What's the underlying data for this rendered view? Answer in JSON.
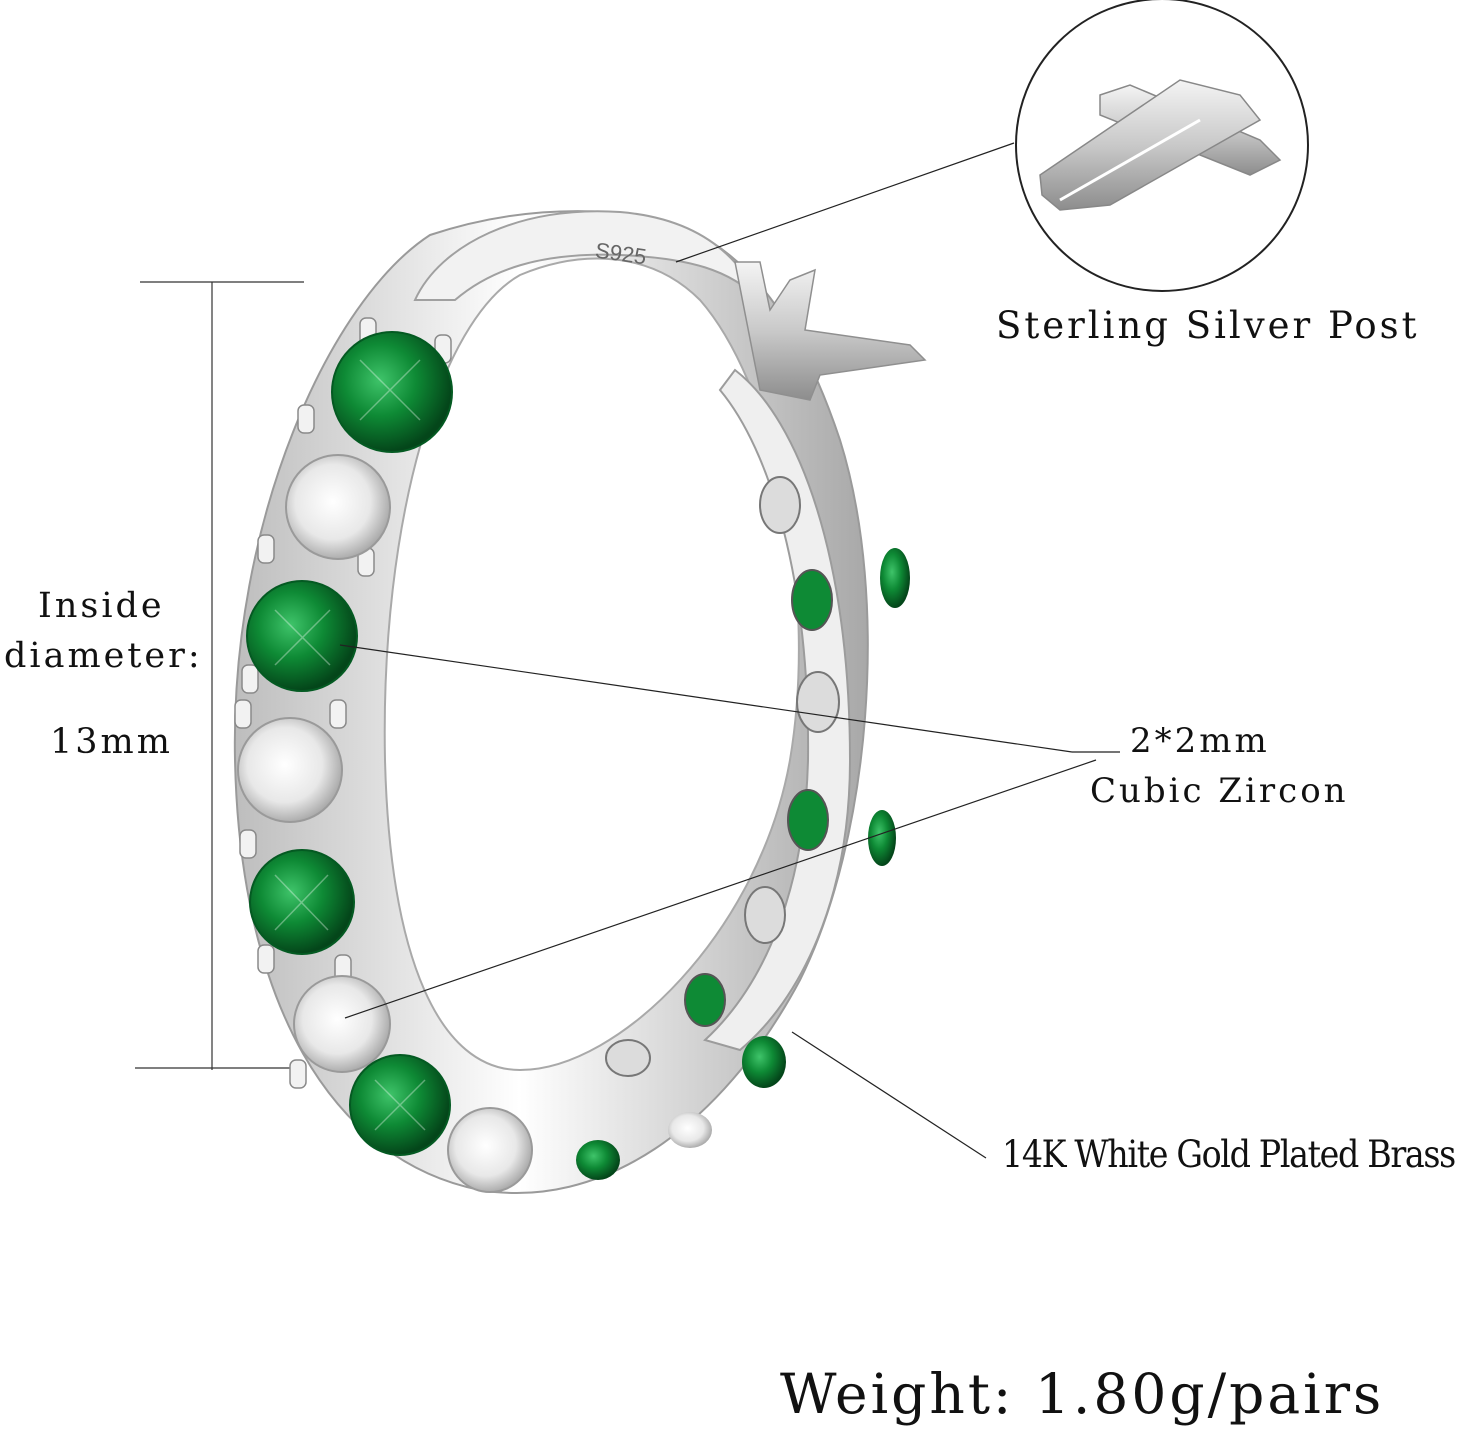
{
  "product": {
    "engraving": "S925",
    "post_label": "Sterling Silver Post",
    "diameter_label_line1": "Inside",
    "diameter_label_line2": "diameter:",
    "diameter_value": "13mm",
    "stone_size": "2*2mm",
    "stone_type": "Cubic Zircon",
    "plating": "14K White Gold Plated Brass",
    "weight": "Weight: 1.80g/pairs"
  },
  "colors": {
    "emerald": "#0e8a35",
    "silver": "#e6e6e6",
    "background": "#ffffff",
    "text": "#111111"
  }
}
